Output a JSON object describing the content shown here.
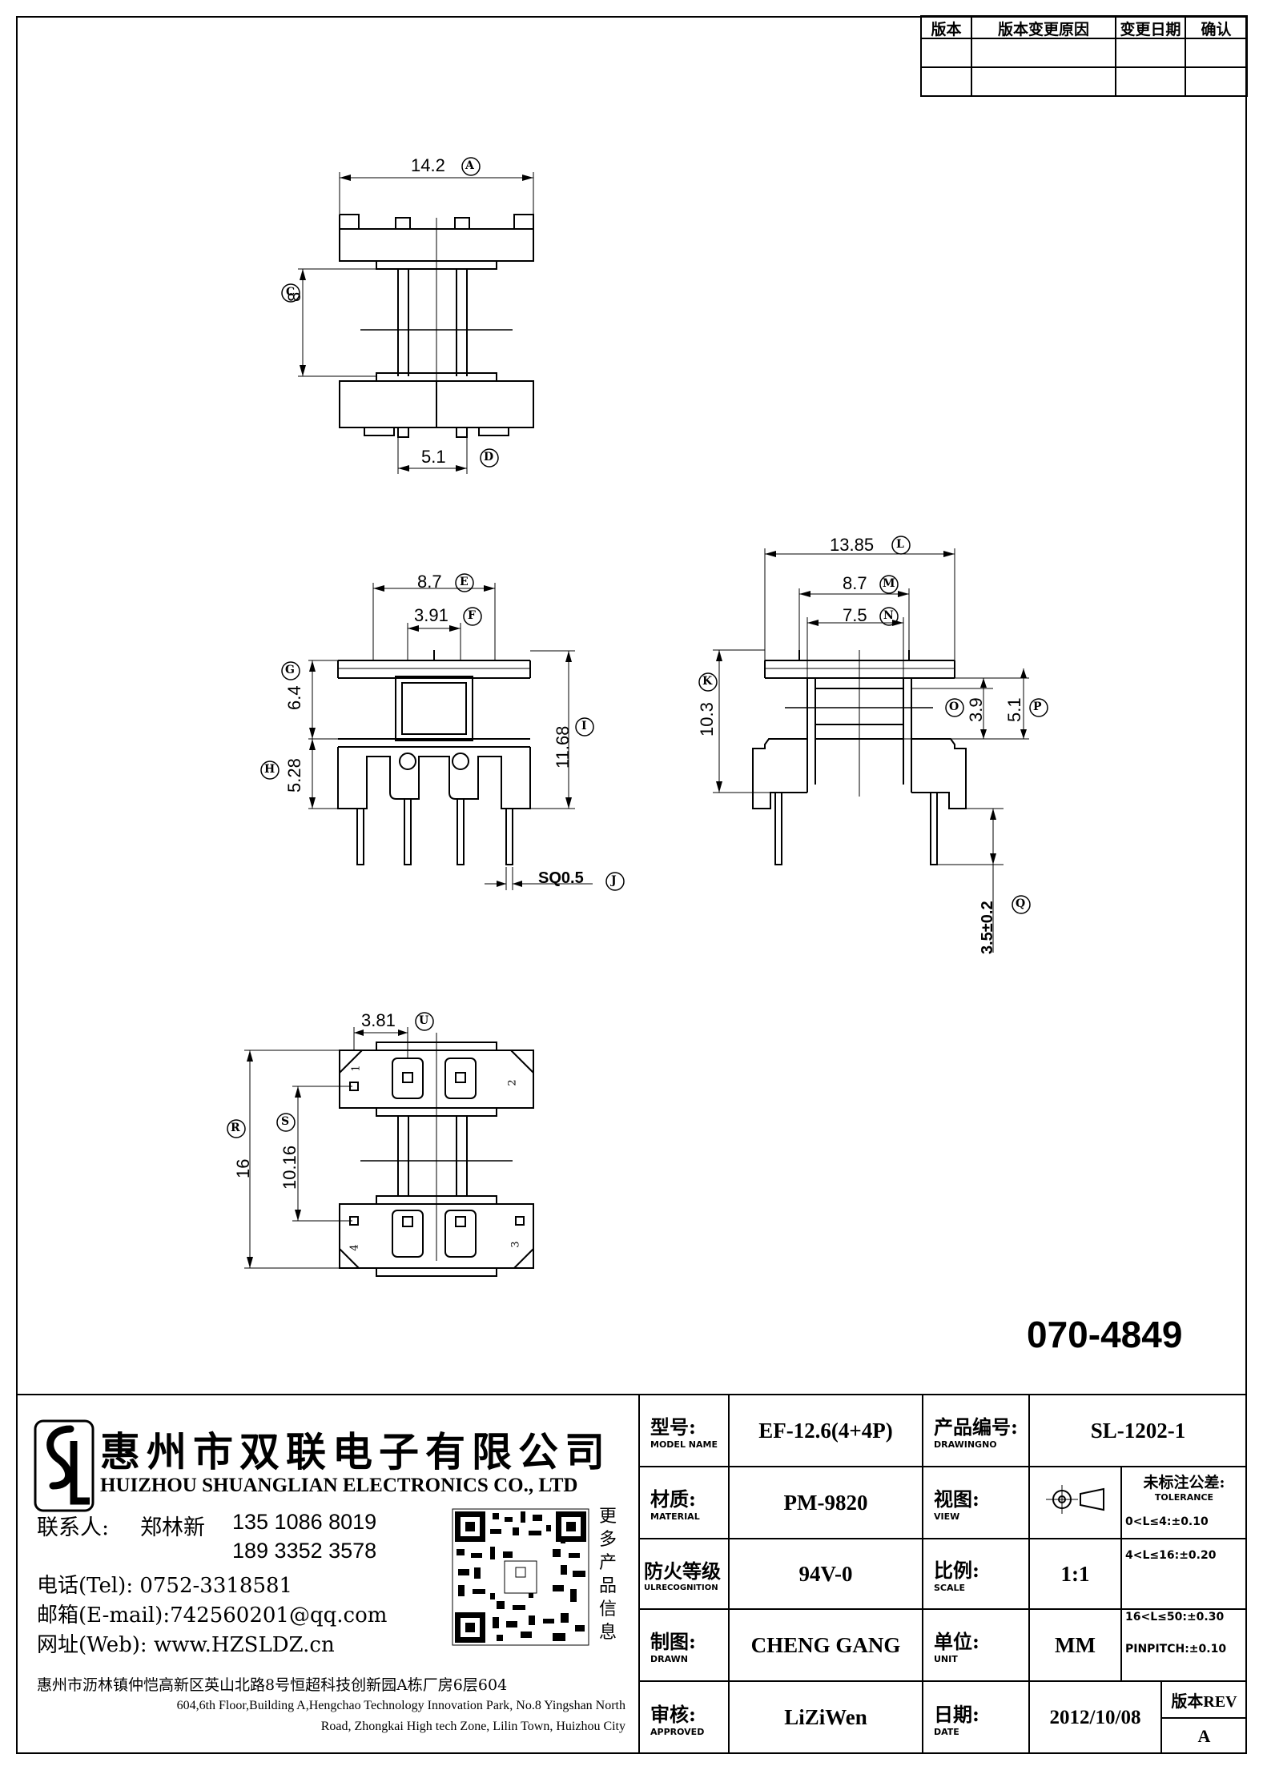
{
  "revision_table": {
    "headers": [
      "版本",
      "版本变更原因",
      "变更日期",
      "确认"
    ]
  },
  "drawing_number": "070-4849",
  "dimensions": {
    "a": "14.2",
    "c": "8",
    "d": "5.1",
    "e": "8.7",
    "f": "3.91",
    "g": "6.4",
    "h": "5.28",
    "i": "11.68",
    "j": "SQ0.5",
    "k": "10.3",
    "l": "13.85",
    "m": "8.7",
    "n": "7.5",
    "o": "3.9",
    "p": "5.1",
    "q": "3.5±0.2",
    "u": "3.81",
    "r": "16",
    "s": "10.16"
  },
  "markers": {
    "a": "A",
    "c": "C",
    "d": "D",
    "e": "E",
    "f": "F",
    "g": "G",
    "h": "H",
    "i": "I",
    "j": "J",
    "k": "K",
    "l": "L",
    "m": "M",
    "n": "N",
    "o": "O",
    "p": "P",
    "q": "Q",
    "u": "U",
    "r": "R",
    "s": "S"
  },
  "pin_numbers": [
    "1",
    "2",
    "4",
    "3"
  ],
  "company": {
    "logo_text": "SL",
    "name_cn": "惠州市双联电子有限公司",
    "name_en": "HUIZHOU SHUANGLIAN ELECTRONICS CO., LTD",
    "contact_label": "联系人:",
    "contact_name": "郑林新",
    "phone1": "135 1086 8019",
    "phone2": "189 3352 3578",
    "tel": "电话(Tel): 0752-3318581",
    "email": "邮箱(E-mail):742560201@qq.com",
    "web": "网址(Web): www.HZSLDZ.cn",
    "qr_caption": [
      "更",
      "多",
      "产",
      "品",
      "信",
      "息"
    ],
    "address_cn": "惠州市沥林镇仲恺高新区英山北路8号恒超科技创新园A栋厂房6层604",
    "address_en_1": "604,6th Floor,Building A,Hengchao Technology Innovation Park, No.8 Yingshan North",
    "address_en_2": "Road, Zhongkai High tech Zone, Lilin Town, Huizhou City"
  },
  "title_block": {
    "model_label_cn": "型号:",
    "model_label_en": "MODEL NAME",
    "model": "EF-12.6(4+4P)",
    "drawing_label_cn": "产品编号:",
    "drawing_label_en": "DRAWINGNO",
    "drawing_no": "SL-1202-1",
    "material_label_cn": "材质:",
    "material_label_en": "MATERIAL",
    "material": "PM-9820",
    "view_label_cn": "视图:",
    "view_label_en": "VIEW",
    "tolerance_label_cn": "未标注公差:",
    "tolerance_label_en": "TOLERANCE",
    "fire_label_cn": "防火等级",
    "fire_label_en": "ULRECOGNITION",
    "fire": "94V-0",
    "scale_label_cn": "比例:",
    "scale_label_en": "SCALE",
    "scale": "1:1",
    "drawn_label_cn": "制图:",
    "drawn_label_en": "DRAWN",
    "drawn": "CHENG GANG",
    "unit_label_cn": "单位:",
    "unit_label_en": "UNIT",
    "unit": "MM",
    "approved_label_cn": "审核:",
    "approved_label_en": "APPROVED",
    "approved": "LiZiWen",
    "date_label_cn": "日期:",
    "date_label_en": "DATE",
    "date": "2012/10/08",
    "rev_label": "版本REV",
    "rev": "A",
    "tolerances": [
      "0<L≤4:±0.10",
      "4<L≤16:±0.20",
      "16<L≤50:±0.30",
      "PINPITCH:±0.10"
    ]
  }
}
